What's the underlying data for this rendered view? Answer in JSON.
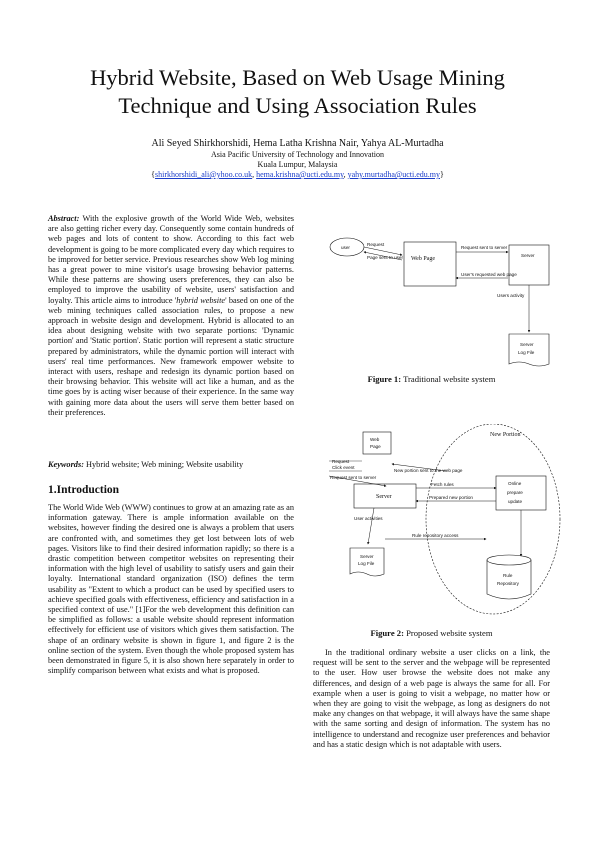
{
  "paper": {
    "title_line1": "Hybrid Website, Based on Web Usage Mining",
    "title_line2": "Technique and Using Association Rules",
    "authors": "Ali Seyed Shirkhorshidi, Hema Latha Krishna Nair, Yahya AL-Murtadha",
    "affiliation_line1": "Asia Pacific University of Technology and Innovation",
    "affiliation_line2": "Kuala Lumpur, Malaysia",
    "email_open": "{",
    "email1": "shirkhorshidi_ali@yhoo.co.uk",
    "email_sep": ", ",
    "email2": "hema.krishna@ucti.edu.my",
    "email_sep2": ", ",
    "email3": "yahy.murtadha@ucti.edu.my",
    "email_close": "}"
  },
  "abstract": {
    "label": "Abstract:",
    "text": " With the explosive growth of the World Wide Web, websites are also getting richer every day. Consequently some contain hundreds of web pages and lots of content to show. According to this fact web development is going to be more complicated every day which requires to be improved for better service. Previous researches show Web log mining has a great power to mine visitor's usage browsing behavior patterns. While these patterns are showing users preferences, they can also be employed to improve the usability of website, users' satisfaction and loyalty. This article aims to introduce '",
    "italic_term": "hybrid website",
    "text2": "' based on one of the web mining techniques called association rules, to propose a new approach in website design and development. Hybrid is allocated to an idea about designing website with two separate portions: 'Dynamic portion' and 'Static portion'. Static portion will represent a static structure prepared by administrators, while the dynamic portion will interact with users' real time performances. New framework empower website to interact with users, reshape and redesign its dynamic portion based on their browsing behavior. This website will act like a human, and as the time goes by is acting wiser because of their experience. In the same way with gaining more data about the users will serve them better based on their preferences."
  },
  "keywords": {
    "label": "Keywords:",
    "text": " Hybrid website; Web mining; Website usability"
  },
  "intro": {
    "heading": "1.Introduction",
    "para1": "The World Wide Web (WWW) continues to grow at an amazing rate as an information gateway. There is ample information available on the websites, however finding the desired one is always a problem that users are confronted with, and sometimes they get lost between lots of web pages. Visitors like to find their desired information rapidly; so there is a drastic competition between competitor websites on representing their information with the high level of usability to satisfy users and gain their loyalty. International standard organization (ISO) defines the term usability as \"Extent to which a product can be used by specified users to achieve specified goals with effectiveness, efficiency and satisfaction in a specified context of use.\" [1]For the web development this definition can be simplified as follows: a usable website should represent information effectively for efficient use of visitors which gives them satisfaction. The shape of an ordinary website is shown in figure 1, and figure 2 is the online section of the system. Even though the whole proposed system has been demonstrated in figure 5, it is also shown here separately in order to simplify comparison between what exists and what is proposed.",
    "para2": "In the traditional ordinary website a user clicks on a link, the request will be sent to the server and the webpage will be represented to the user. How user browse the website does not make any differences, and design of a web page is always the same for all. For example when a user is going to visit a webpage, no matter how or when they are going to visit the webpage, as long as designers do not make any changes on that webpage, it will always have the same shape with the same sorting and design of information. The system has no intelligence to understand and recognize user preferences and behavior and has a static design which is not adaptable with users."
  },
  "figure1": {
    "caption_label": "Figure 1:",
    "caption_text": " Traditional website system",
    "user": "user",
    "request": "Request",
    "web_page": "Web Page",
    "server": "Server",
    "request_sent": "Request sent to server",
    "page_sent": "Page sent to user",
    "user_feedback": "User's requested web page",
    "user_activity": "Users activity",
    "server_log": "Server",
    "log_file": "Log File"
  },
  "figure2": {
    "caption_label": "Figure 2:",
    "caption_text": " Proposed website system",
    "web_page": "Web",
    "page": "Page",
    "new_portion": "New Portion",
    "request": "Request",
    "click_event": "Click event",
    "request_sent": "Request sent to server",
    "server": "Server",
    "online": "Online",
    "adaptation": "prepare",
    "update": "update",
    "new_portion_sent": "New portion sent to the web page",
    "fetch": "Fetch rules",
    "prepared": "Prepared new portion",
    "user_activity": "User activities",
    "server_log1": "Server",
    "server_log2": "Log File",
    "rule_repo1": "Rule",
    "rule_repo2": "Repository",
    "rule_access": "Rule repository access"
  }
}
